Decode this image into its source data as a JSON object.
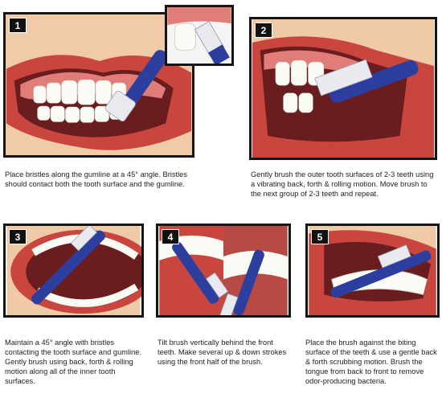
{
  "steps": [
    {
      "number": "1",
      "text": "Place bristles along the gumline at a 45° angle. Bristles should contact both the tooth surface and the gumline."
    },
    {
      "number": "2",
      "text": "Gently brush the outer tooth surfaces of 2-3 teeth using a vibrating back, forth & rolling motion. Move brush to the next group of 2-3 teeth and repeat."
    },
    {
      "number": "3",
      "text": "Maintain a 45° angle with bristles contacting the tooth surface and gumline. Gently brush using back, forth & rolling motion along all of the inner tooth surfaces."
    },
    {
      "number": "4",
      "text": "Tilt brush vertically behind the front teeth. Make several up & down strokes using the front half of the brush."
    },
    {
      "number": "5",
      "text": "Place the brush against the biting surface of the teeth & use a gentle back & forth scrubbing motion. Brush the tongue from back to front to remove odor-producing bacteria."
    }
  ],
  "colors": {
    "lip": "#c9463f",
    "gum": "#e07d78",
    "tooth": "#fbfbf6",
    "brush": "#2c3f9e",
    "bristle": "#e8eaf0",
    "skin": "#f0c9a6"
  }
}
